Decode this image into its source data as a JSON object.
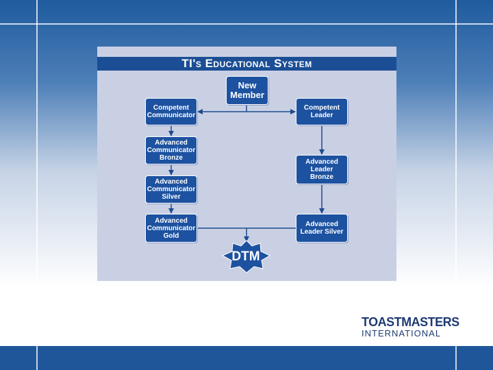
{
  "title": "TI's Educational System",
  "boxes": {
    "new_member": "New Member",
    "competent_communicator": "Competent Communicator",
    "advanced_communicator_bronze": "Advanced Communicator Bronze",
    "advanced_communicator_silver": "Advanced Communicator Silver",
    "advanced_communicator_gold": "Advanced Communicator Gold",
    "competent_leader": "Competent Leader",
    "advanced_leader_bronze": "Advanced Leader Bronze",
    "advanced_leader_silver": "Advanced Leader Silver",
    "dtm": "DTM"
  },
  "logo": {
    "main": "TOASTMASTERS",
    "sub": "INTERNATIONAL"
  },
  "colors": {
    "box": "#1d52a0",
    "title_bar": "#1b4e94",
    "panel": "#c9d0e4",
    "arrow": "#1d4b8f"
  }
}
